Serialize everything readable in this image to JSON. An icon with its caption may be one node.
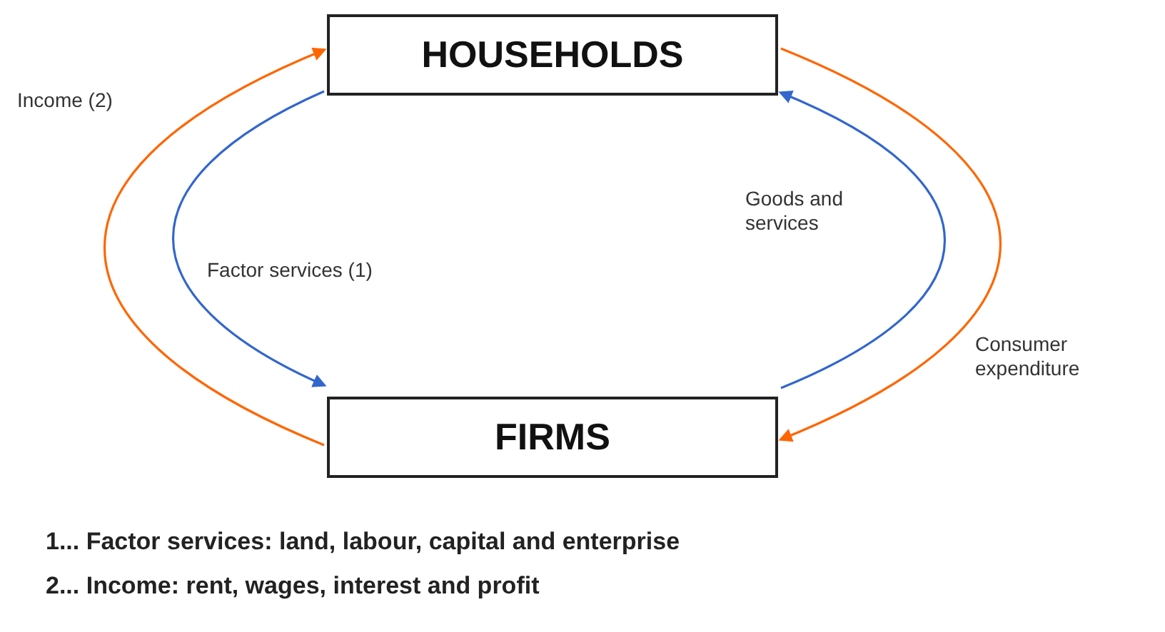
{
  "diagram": {
    "nodes": [
      {
        "text": [
          "HOUSEHOLDS"
        ]
      },
      {
        "text": [
          "FIRMS"
        ]
      }
    ],
    "edges": [
      {
        "from": 1,
        "to": 0,
        "arrow": "to",
        "label": "Income (2)",
        "color": "#ff6600"
      },
      {
        "from": 0,
        "to": 1,
        "arrow": "to",
        "label": "Factor services (1)",
        "color": "#3366cc"
      },
      {
        "from": 1,
        "to": 0,
        "arrow": "to",
        "label": "Goods and services",
        "color": "#3366cc"
      },
      {
        "from": 0,
        "to": 1,
        "arrow": "to",
        "label": "Consumer expenditure",
        "color": "#ff6600"
      }
    ],
    "labels": [
      "1... Factor services: land, labour, capital and enterprise",
      "2... Income: rent, wages, interest and profit"
    ]
  }
}
